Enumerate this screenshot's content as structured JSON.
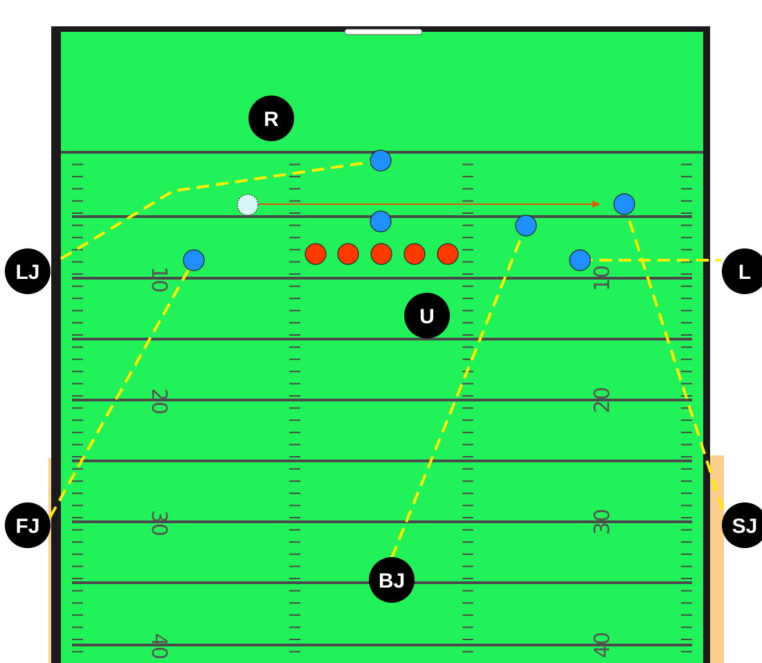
{
  "colors": {
    "field": "#22f25a",
    "yard_line": "#4a4a4a",
    "sideline": "#1a1a1a",
    "sideline_area": "#fbcf90",
    "offense": "#ff3a00",
    "defense": "#1e90ff",
    "motion_player": "#d8f6f8",
    "official": "#000000",
    "official_text": "#ffffff",
    "coverage_line": "#ffee00",
    "motion_arrow": "#e05a00"
  },
  "field": {
    "yard_numbers": [
      "10",
      "20",
      "30",
      "40"
    ]
  },
  "officials": [
    {
      "id": "R",
      "label": "R"
    },
    {
      "id": "U",
      "label": "U"
    },
    {
      "id": "LJ",
      "label": "LJ"
    },
    {
      "id": "L",
      "label": "L"
    },
    {
      "id": "FJ",
      "label": "FJ"
    },
    {
      "id": "SJ",
      "label": "SJ"
    },
    {
      "id": "BJ",
      "label": "BJ"
    }
  ],
  "players": {
    "offensive_linemen": 5,
    "defenders": 6,
    "motion_players": 1
  }
}
